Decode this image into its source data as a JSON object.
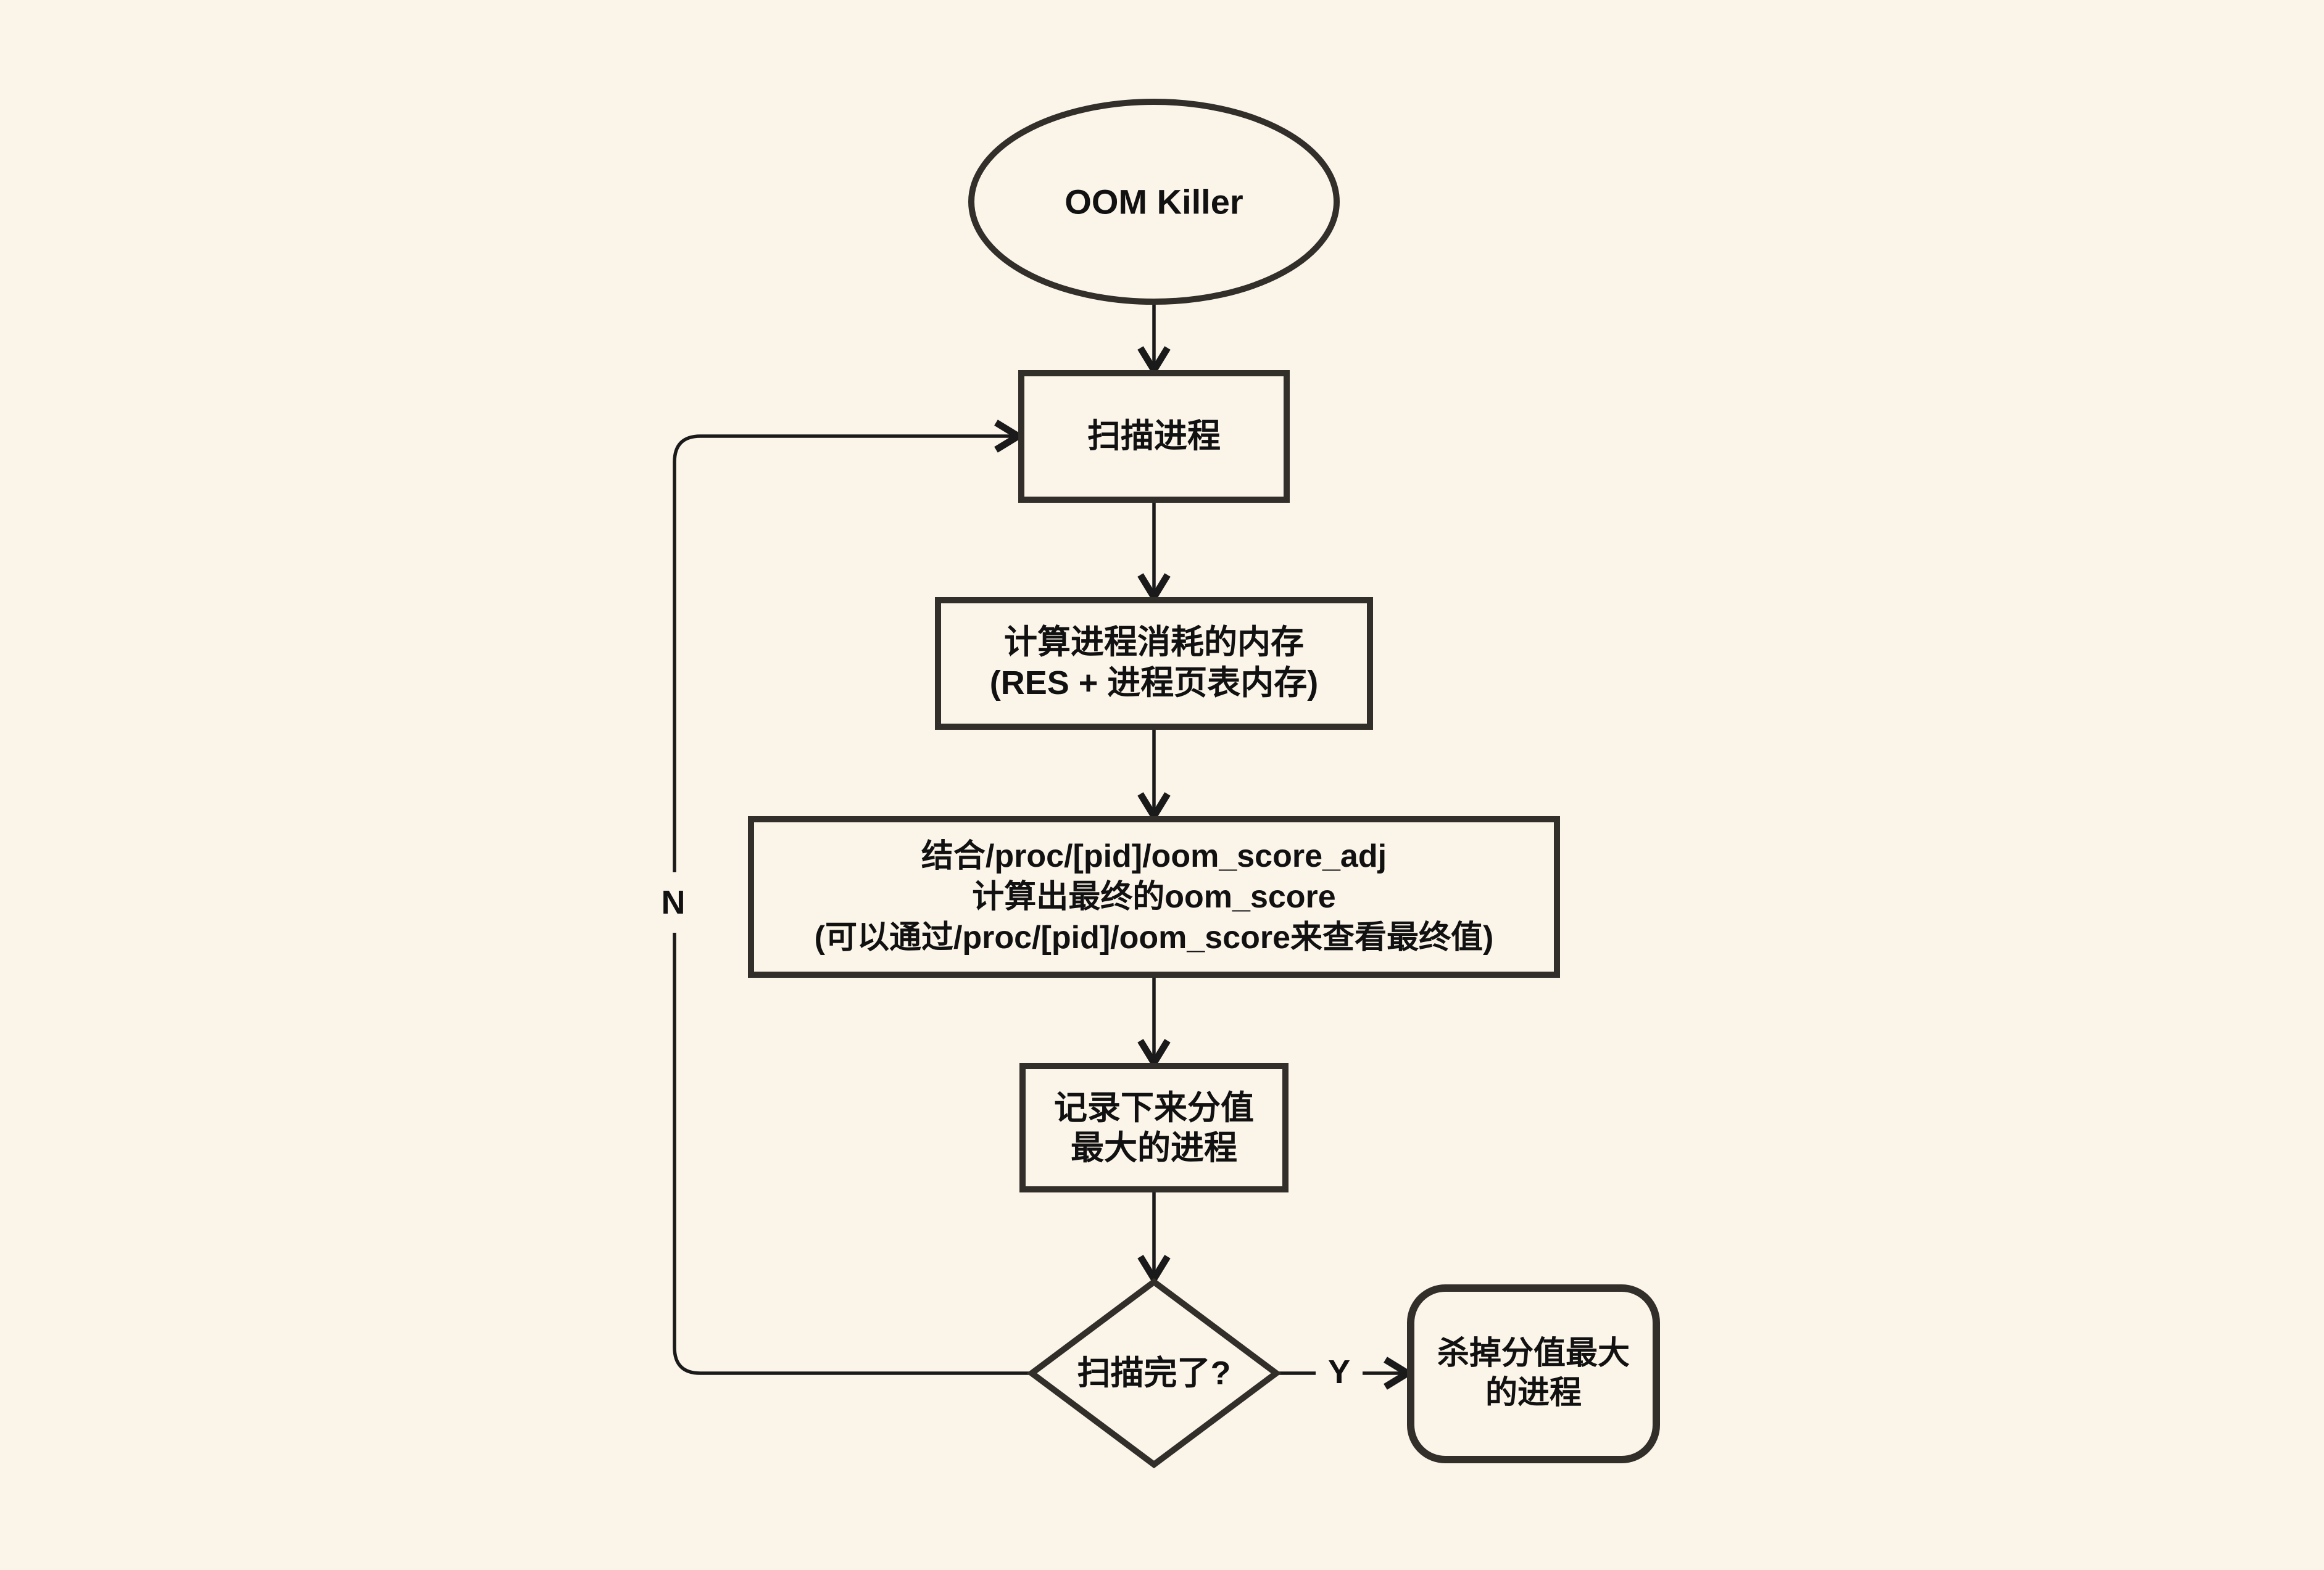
{
  "colors": {
    "background": "#fbf4e9",
    "shape_border": "#322e29",
    "connector": "#1a1a1a",
    "text": "#111111"
  },
  "flowchart": {
    "type": "flowchart",
    "nodes": {
      "start": {
        "shape": "ellipse",
        "label": "OOM Killer"
      },
      "scan": {
        "shape": "rectangle",
        "label": "扫描进程"
      },
      "calc_memory": {
        "shape": "rectangle",
        "lines": [
          "计算进程消耗的内存",
          "(RES + 进程页表内存)"
        ]
      },
      "calc_score": {
        "shape": "rectangle",
        "lines": [
          "结合/proc/[pid]/oom_score_adj",
          "计算出最终的oom_score",
          "(可以通过/proc/[pid]/oom_score来查看最终值)"
        ]
      },
      "record_max": {
        "shape": "rectangle",
        "lines": [
          "记录下来分值",
          "最大的进程"
        ]
      },
      "scan_done": {
        "shape": "diamond",
        "label": "扫描完了?"
      },
      "kill_max": {
        "shape": "rounded-rectangle",
        "lines": [
          "杀掉分值最大",
          "的进程"
        ]
      }
    },
    "edge_labels": {
      "yes": "Y",
      "no": "N"
    }
  }
}
